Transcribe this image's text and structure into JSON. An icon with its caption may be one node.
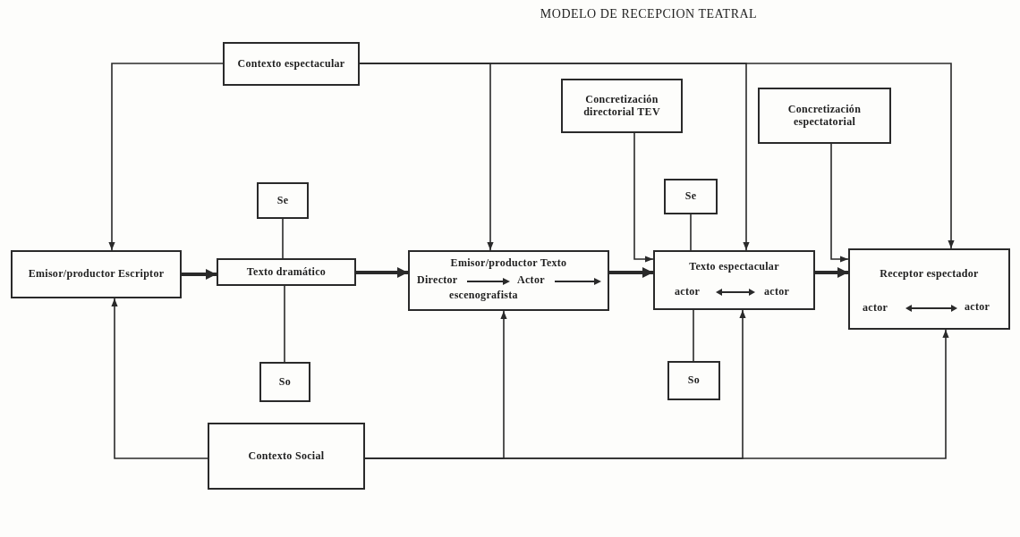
{
  "diagram": {
    "title": "MODELO DE RECEPCION TEATRAL",
    "nodes": [
      {
        "text": [
          "Contexto espectacular"
        ]
      },
      {
        "text": [
          "Concretización directorial TEV"
        ]
      },
      {
        "text": [
          "Concretización espectatorial"
        ]
      },
      {
        "text": [
          "Se"
        ]
      },
      {
        "text": [
          "Se"
        ]
      },
      {
        "text": [
          "Emisor/productor Escriptor"
        ]
      },
      {
        "text": [
          "Texto dramático"
        ]
      },
      {
        "text": [
          "Emisor/productor Texto",
          "Director",
          "Actor",
          "escenografista"
        ]
      },
      {
        "text": [
          "Texto espectacular",
          "actor",
          "actor"
        ]
      },
      {
        "text": [
          "Receptor espectador",
          "actor",
          "actor"
        ]
      },
      {
        "text": [
          "So"
        ]
      },
      {
        "text": [
          "So"
        ]
      },
      {
        "text": [
          "Contexto Social"
        ]
      }
    ],
    "edges": [
      {
        "from": 0,
        "to": 5,
        "arrow": "to"
      },
      {
        "from": 0,
        "to": 7,
        "arrow": "to"
      },
      {
        "from": 0,
        "to": 8,
        "arrow": "to"
      },
      {
        "from": 0,
        "to": 9,
        "arrow": "to"
      },
      {
        "from": 1,
        "to": 8,
        "arrow": "to"
      },
      {
        "from": 2,
        "to": 9,
        "arrow": "to"
      },
      {
        "from": 3,
        "to": 6,
        "arrow": "none"
      },
      {
        "from": 6,
        "to": 10,
        "arrow": "none"
      },
      {
        "from": 4,
        "to": 8,
        "arrow": "none"
      },
      {
        "from": 8,
        "to": 11,
        "arrow": "none"
      },
      {
        "from": 5,
        "to": 6,
        "arrow": "to",
        "style": "thick"
      },
      {
        "from": 6,
        "to": 7,
        "arrow": "to",
        "style": "thick"
      },
      {
        "from": 7,
        "to": 8,
        "arrow": "to",
        "style": "thick"
      },
      {
        "from": 8,
        "to": 9,
        "arrow": "to",
        "style": "thick"
      },
      {
        "from": 12,
        "to": 5,
        "arrow": "to"
      },
      {
        "from": 12,
        "to": 7,
        "arrow": "to"
      },
      {
        "from": 12,
        "to": 8,
        "arrow": "to"
      },
      {
        "from": 12,
        "to": 9,
        "arrow": "to"
      }
    ]
  }
}
